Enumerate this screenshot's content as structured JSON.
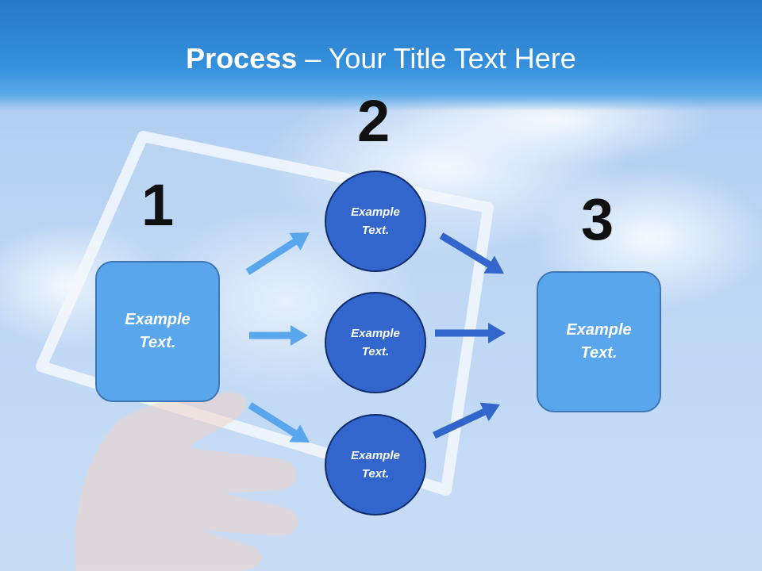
{
  "title": {
    "bold": "Process",
    "rest": " – Your Title Text Here"
  },
  "steps": [
    {
      "number": "1",
      "text": "Example\nText."
    },
    {
      "number": "2",
      "circles": [
        "Example\nText.",
        "Example\nText.",
        "Example\nText."
      ]
    },
    {
      "number": "3",
      "text": "Example\nText."
    }
  ],
  "colors": {
    "title_band": "#2f86d6",
    "box_fill": "#5aa6ec",
    "circle_fill": "#3366cc",
    "arrow_light": "#5aa6ec",
    "arrow_dark": "#3366cc"
  }
}
